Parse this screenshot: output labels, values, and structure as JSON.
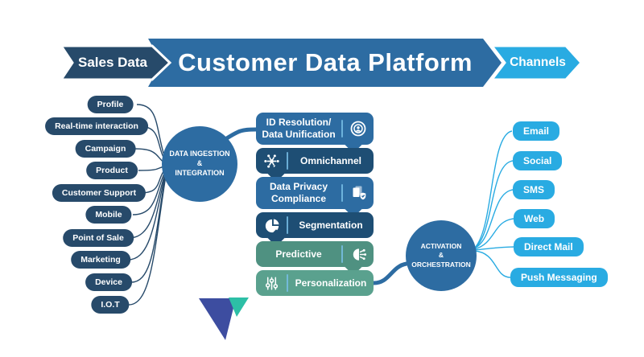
{
  "banner": {
    "left_label": "Sales Data",
    "center_label": "Customer Data Platform",
    "right_label": "Channels"
  },
  "data_sources": {
    "items": [
      "Profile",
      "Real-time interaction",
      "Campaign",
      "Product",
      "Customer Support",
      "Mobile",
      "Point of Sale",
      "Marketing",
      "Device",
      "I.O.T"
    ]
  },
  "ingestion_hub": {
    "lines": [
      "DATA INGESTION",
      "&",
      "INTEGRATION"
    ]
  },
  "capabilities": {
    "items": [
      {
        "label": "ID Resolution/ Data Unification",
        "icon": "user-target-icon",
        "color": "#2d6ca2",
        "icon_side": "right"
      },
      {
        "label": "Omnichannel",
        "icon": "network-hub-icon",
        "color": "#1e4e74",
        "icon_side": "left"
      },
      {
        "label": "Data Privacy Compliance",
        "icon": "document-shield-icon",
        "color": "#2d6ca2",
        "icon_side": "right"
      },
      {
        "label": "Segmentation",
        "icon": "pie-chart-icon",
        "color": "#1e4e74",
        "icon_side": "left"
      },
      {
        "label": "Predictive",
        "icon": "ai-branch-icon",
        "color": "#4f9181",
        "icon_side": "right"
      },
      {
        "label": "Personalization",
        "icon": "sliders-icon",
        "color": "#5aa18e",
        "icon_side": "left"
      }
    ]
  },
  "activation_hub": {
    "lines": [
      "ACTIVATION",
      "&",
      "ORCHESTRATION"
    ]
  },
  "channels": {
    "items": [
      "Email",
      "Social",
      "SMS",
      "Web",
      "Direct Mail",
      "Push Messaging"
    ]
  },
  "colors": {
    "primary_blue": "#2d6ca2",
    "dark_navy": "#274a6a",
    "box_navy": "#1e4e74",
    "teal": "#4f9181",
    "teal_light": "#5aa18e",
    "channel_blue": "#29abe2",
    "logo_indigo": "#3d4da0",
    "logo_teal": "#2dbfa6"
  }
}
